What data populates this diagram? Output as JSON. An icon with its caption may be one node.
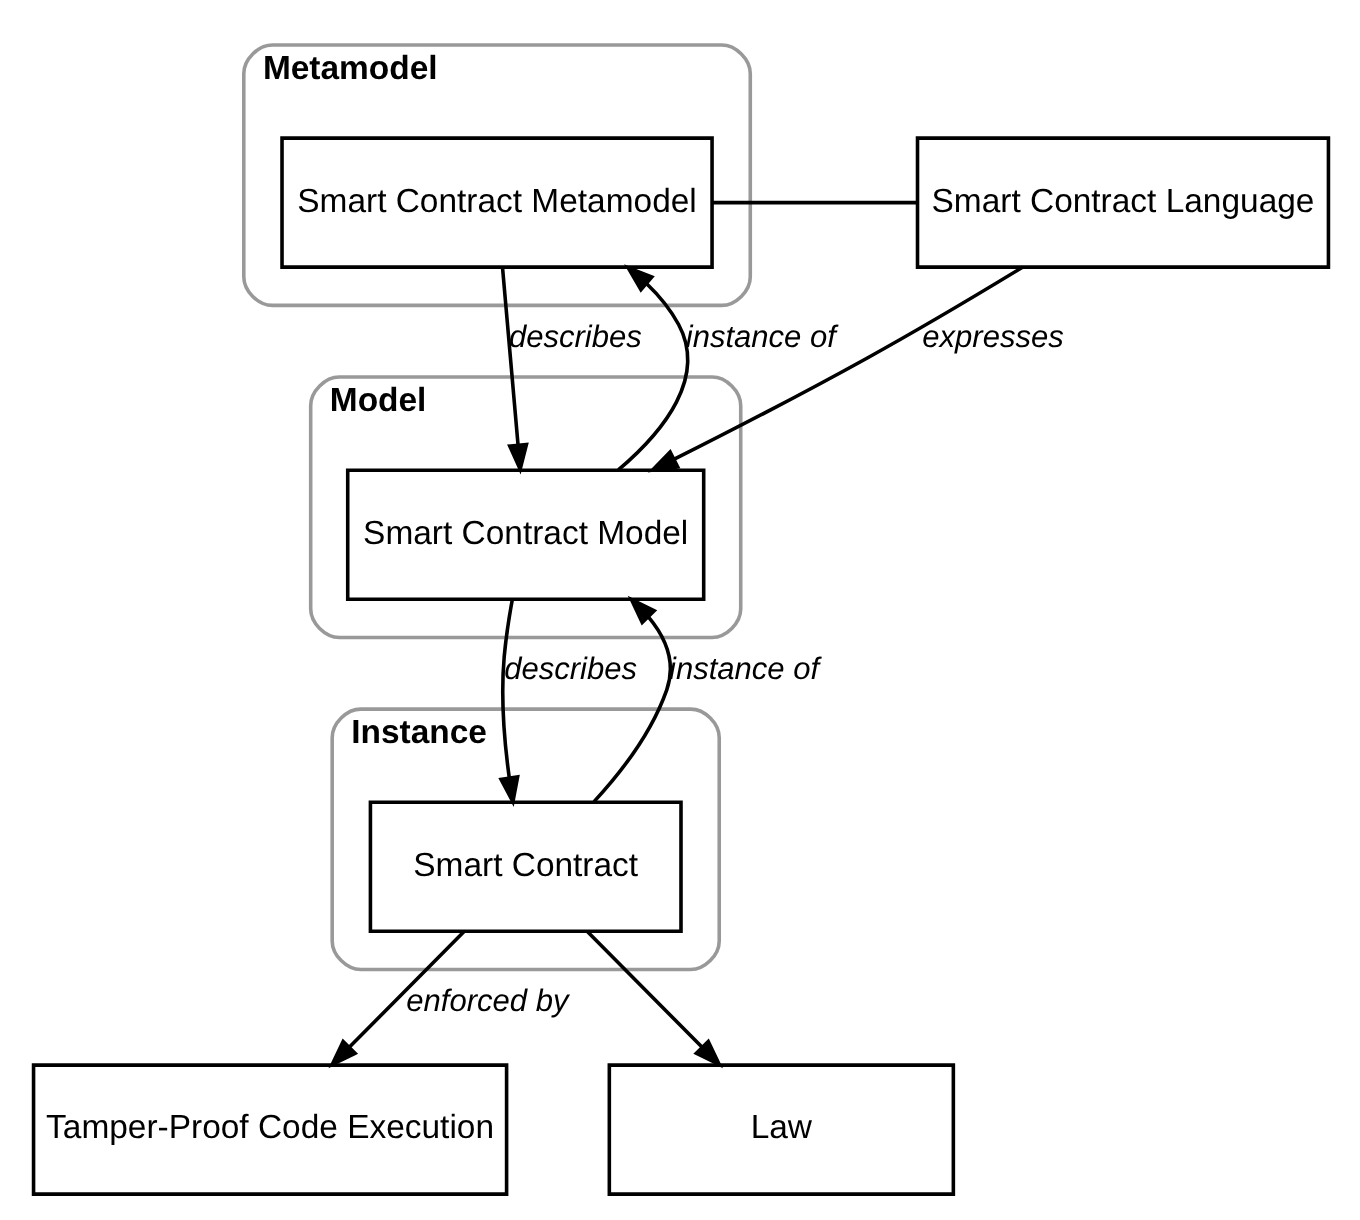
{
  "diagram": {
    "nodes": [
      {
        "text": [
          "Metamodel"
        ]
      },
      {
        "text": [
          "Smart Contract Metamodel"
        ],
        "in": 0
      },
      {
        "text": [
          "Smart Contract Language"
        ]
      },
      {
        "text": [
          "Model"
        ]
      },
      {
        "text": [
          "Smart Contract Model"
        ],
        "in": 3
      },
      {
        "text": [
          "Instance"
        ]
      },
      {
        "text": [
          "Smart Contract"
        ],
        "in": 5
      },
      {
        "text": [
          "Tamper-Proof Code Execution"
        ]
      },
      {
        "text": [
          "Law"
        ]
      }
    ],
    "edges": [
      {
        "from": 1,
        "to": 2,
        "arrow": "none"
      },
      {
        "from": 4,
        "to": 1,
        "arrow": "to",
        "label": "instance of"
      },
      {
        "from": 1,
        "to": 4,
        "arrow": "to",
        "label": "describes"
      },
      {
        "from": 2,
        "to": 4,
        "arrow": "to",
        "label": "expresses"
      },
      {
        "from": 6,
        "to": 4,
        "arrow": "to",
        "label": "instance of"
      },
      {
        "from": 4,
        "to": 6,
        "arrow": "to",
        "label": "describes"
      },
      {
        "from": 6,
        "to": 7,
        "arrow": "to",
        "label": "enforced by"
      },
      {
        "from": 6,
        "to": 8,
        "arrow": "to"
      }
    ]
  }
}
